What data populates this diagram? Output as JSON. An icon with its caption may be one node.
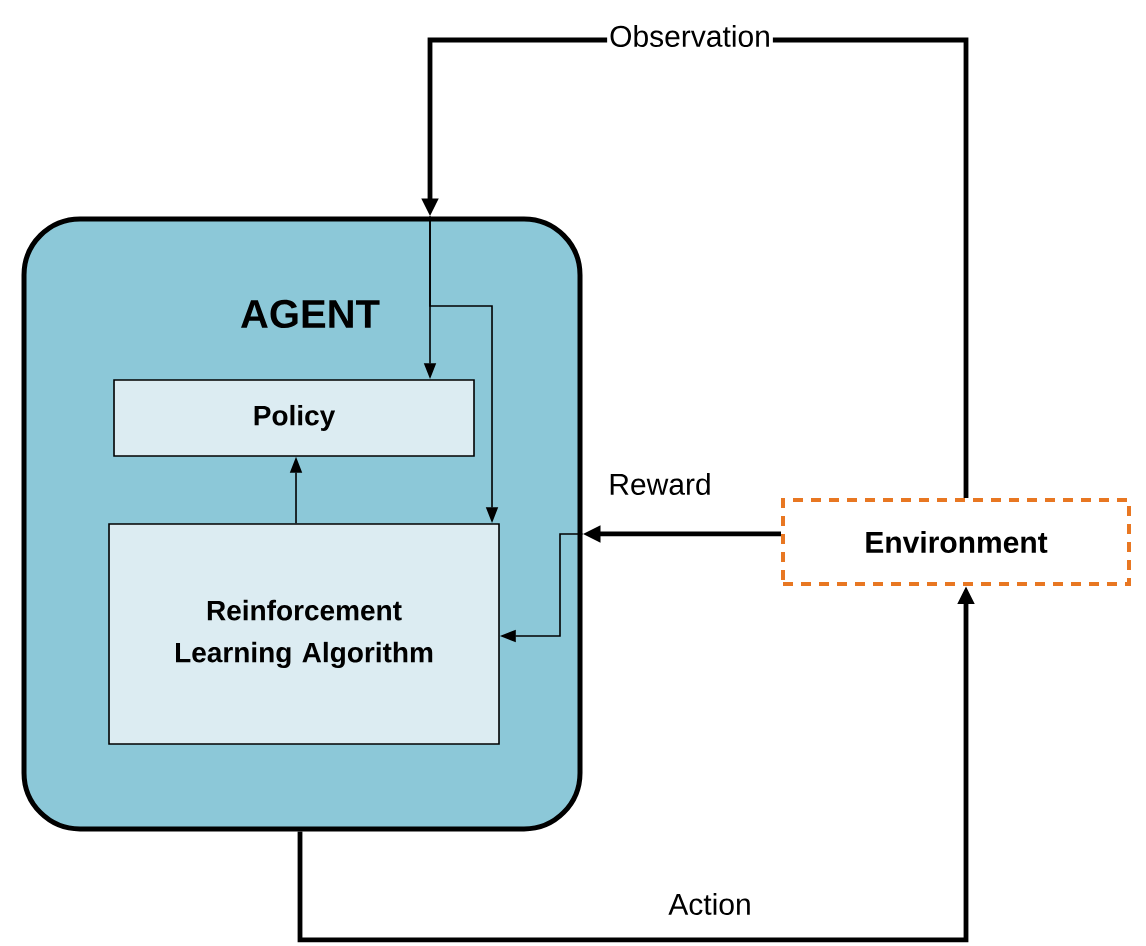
{
  "diagram": {
    "nodes": [
      {
        "text": [
          "AGENT"
        ]
      },
      {
        "text": [
          "Policy"
        ],
        "in": 0
      },
      {
        "text": [
          "Reinforcement Learning Algorithm"
        ],
        "in": 0
      },
      {
        "text": [
          "Environment"
        ]
      }
    ],
    "edges": [
      {
        "from": 3,
        "to": 0,
        "arrow": "to",
        "label": "Observation",
        "style": "thick"
      },
      {
        "from": 0,
        "to": 1,
        "arrow": "to"
      },
      {
        "from": 0,
        "to": 2,
        "arrow": "to"
      },
      {
        "from": 3,
        "to": 0,
        "arrow": "to",
        "label": "Reward",
        "style": "thick"
      },
      {
        "from": 0,
        "to": 2,
        "arrow": "to"
      },
      {
        "from": 2,
        "to": 1,
        "arrow": "to"
      },
      {
        "from": 0,
        "to": 3,
        "arrow": "to",
        "label": "Action",
        "style": "thick"
      }
    ]
  }
}
